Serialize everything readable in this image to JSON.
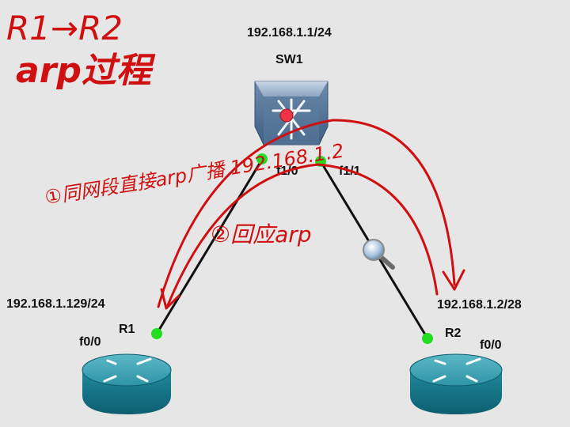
{
  "title_handwritten_line1": "R1→R2",
  "title_handwritten_line2": "arp过程",
  "sw1": {
    "name": "SW1",
    "ip": "192.168.1.1/24",
    "port_left": "f1/0",
    "port_right": "f1/1"
  },
  "r1": {
    "name": "R1",
    "ip": "192.168.1.129/24",
    "port": "f0/0"
  },
  "r2": {
    "name": "R2",
    "ip": "192.168.1.2/28",
    "port": "f0/0"
  },
  "annotations": {
    "broadcast": "①同网段直接arp广播 192.168.1.2",
    "reply": "②回应arp"
  },
  "colors": {
    "annotation": "#d01010",
    "link": "#111111",
    "port_up": "#22dd22",
    "device": "#2a8a9a"
  },
  "icons": {
    "switch": "multilayer-switch-icon",
    "router": "router-icon",
    "capture": "magnifier-icon"
  }
}
